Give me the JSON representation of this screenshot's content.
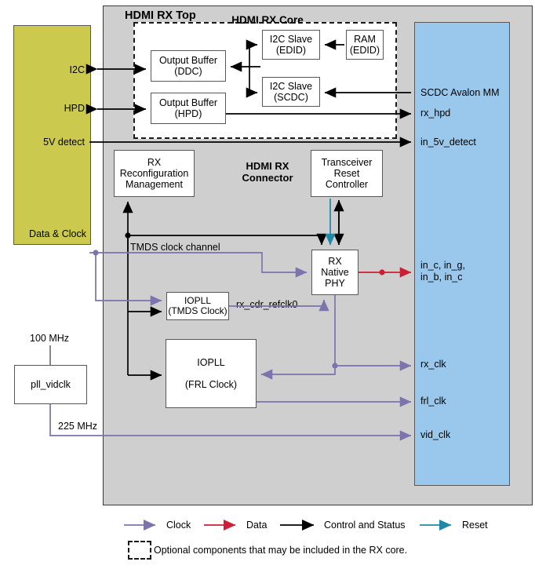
{
  "diagram": {
    "panel_title": "HDMI RX Top",
    "colors": {
      "panel_fill": "#cfcfcf",
      "connector_fill": "#cbc94e",
      "core_fill": "#9ac8ec",
      "clock": "#7b74ad",
      "data": "#cc1f34",
      "control": "#000000",
      "reset": "#1f87a8"
    }
  },
  "connector": {
    "title_line1": "HDMI RX",
    "title_line2": "Connector",
    "ports": [
      {
        "label": "I2C"
      },
      {
        "label": "HPD"
      },
      {
        "label": "5V detect"
      },
      {
        "label": "Data & Clock"
      }
    ]
  },
  "core": {
    "title": "HDMI RX Core",
    "ports": [
      {
        "label": "SCDC Avalon MM"
      },
      {
        "label": "rx_hpd"
      },
      {
        "label": "in_5v_detect"
      },
      {
        "label": "in_c, in_g,"
      },
      {
        "label": "in_b, in_c"
      },
      {
        "label": "rx_clk"
      },
      {
        "label": "frl_clk"
      },
      {
        "label": "vid_clk"
      }
    ]
  },
  "blocks": {
    "output_buffer_ddc": {
      "line1": "Output Buffer",
      "line2": "(DDC)"
    },
    "output_buffer_hpd": {
      "line1": "Output Buffer",
      "line2": "(HPD)"
    },
    "i2c_slave_edid": {
      "line1": "I2C Slave",
      "line2": "(EDID)"
    },
    "i2c_slave_scdc": {
      "line1": "I2C Slave",
      "line2": "(SCDC)"
    },
    "ram_edid": {
      "line1": "RAM",
      "line2": "(EDID)"
    },
    "rx_reconfig": {
      "line1": "RX",
      "line2": "Reconfiguration",
      "line3": "Management"
    },
    "transceiver_reset": {
      "line1": "Transceiver",
      "line2": "Reset",
      "line3": "Controller"
    },
    "rx_native_phy": {
      "line1": "RX",
      "line2": "Native",
      "line3": "PHY"
    },
    "iopll_tmds": {
      "line1": "IOPLL",
      "line2": "(TMDS Clock)"
    },
    "iopll_frl": {
      "line1": "IOPLL",
      "line2": "(FRL Clock)"
    },
    "pll_vidclk": {
      "line1": "pll_vidclk"
    }
  },
  "signals": {
    "tmds_clock_channel": "TMDS clock channel",
    "rx_cdr_refclk0": "rx_cdr_refclk0",
    "freq_in": "100 MHz",
    "freq_out": "225 MHz"
  },
  "legend": {
    "items": [
      {
        "label": "Clock",
        "color": "#7b74ad"
      },
      {
        "label": "Data",
        "color": "#cc1f34"
      },
      {
        "label": "Control and Status",
        "color": "#000000"
      },
      {
        "label": "Reset",
        "color": "#1f87a8"
      }
    ],
    "note": "Optional components that may be included in the RX core."
  }
}
